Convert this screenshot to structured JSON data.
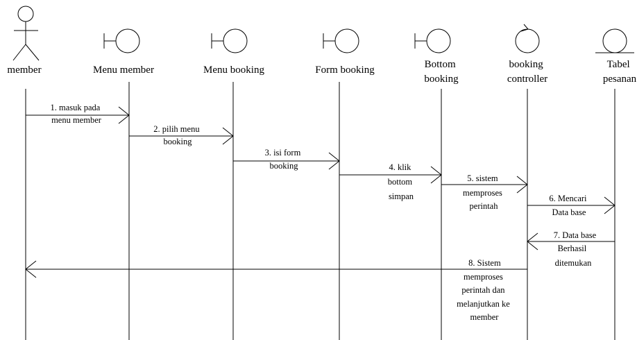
{
  "participants": [
    {
      "id": "member",
      "kind": "actor",
      "label": [
        "member"
      ]
    },
    {
      "id": "menu_member",
      "kind": "boundary",
      "label": [
        "Menu member"
      ]
    },
    {
      "id": "menu_booking",
      "kind": "boundary",
      "label": [
        "Menu booking"
      ]
    },
    {
      "id": "form_booking",
      "kind": "boundary",
      "label": [
        "Form booking"
      ]
    },
    {
      "id": "bottom_booking",
      "kind": "boundary",
      "label": [
        "Bottom",
        "booking"
      ]
    },
    {
      "id": "booking_controller",
      "kind": "control",
      "label": [
        "booking",
        "controller"
      ]
    },
    {
      "id": "tabel_pesanan",
      "kind": "entity",
      "label": [
        "Tabel",
        "pesanan"
      ]
    }
  ],
  "messages": [
    {
      "from": "member",
      "to": "menu_member",
      "label": [
        "1. masuk pada",
        "menu member"
      ]
    },
    {
      "from": "menu_member",
      "to": "menu_booking",
      "label": [
        "2. pilih menu",
        "booking"
      ]
    },
    {
      "from": "menu_booking",
      "to": "form_booking",
      "label": [
        "3. isi form",
        "booking"
      ]
    },
    {
      "from": "form_booking",
      "to": "bottom_booking",
      "label": [
        "4. klik",
        "bottom",
        "simpan"
      ]
    },
    {
      "from": "bottom_booking",
      "to": "booking_controller",
      "label": [
        "5. sistem",
        "memproses",
        "perintah"
      ]
    },
    {
      "from": "booking_controller",
      "to": "tabel_pesanan",
      "label": [
        "6. Mencari",
        "Data base"
      ]
    },
    {
      "from": "tabel_pesanan",
      "to": "booking_controller",
      "label": [
        "7. Data base",
        "Berhasil",
        "ditemukan"
      ]
    },
    {
      "from": "booking_controller",
      "to": "member",
      "label": [
        "8. Sistem",
        "memproses",
        "perintah dan",
        "melanjutkan  ke",
        "member"
      ]
    }
  ]
}
